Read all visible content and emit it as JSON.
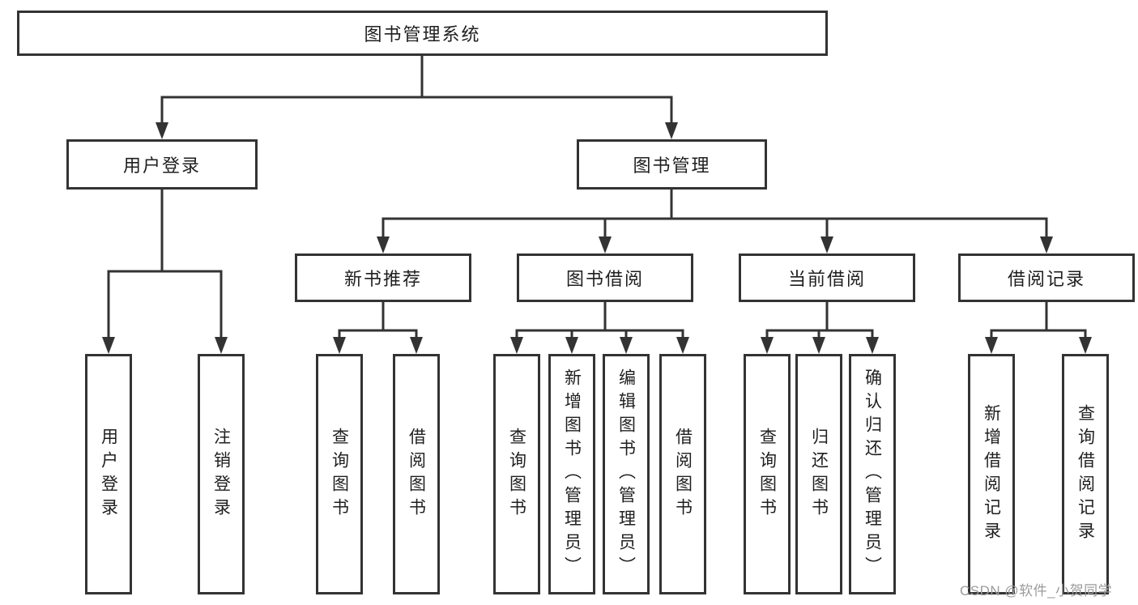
{
  "diagram": {
    "type": "tree",
    "colors": {
      "line": "#333333",
      "box_border": "#333333",
      "background": "#ffffff",
      "text": "#1f1f1f",
      "watermark_text": "#9b9b9b"
    },
    "tree": {
      "label": "图书管理系统",
      "children": [
        {
          "label": "用户登录",
          "children": [
            {
              "label": "用户登录"
            },
            {
              "label": "注销登录"
            }
          ]
        },
        {
          "label": "图书管理",
          "children": [
            {
              "label": "新书推荐",
              "children": [
                {
                  "label": "查询图书"
                },
                {
                  "label": "借阅图书"
                }
              ]
            },
            {
              "label": "图书借阅",
              "children": [
                {
                  "label": "查询图书"
                },
                {
                  "label": "新增图书（管理员）"
                },
                {
                  "label": "编辑图书（管理员）"
                },
                {
                  "label": "借阅图书"
                }
              ]
            },
            {
              "label": "当前借阅",
              "children": [
                {
                  "label": "查询图书"
                },
                {
                  "label": "归还图书"
                },
                {
                  "label": "确认归还（管理员）"
                }
              ]
            },
            {
              "label": "借阅记录",
              "children": [
                {
                  "label": "新增借阅记录"
                },
                {
                  "label": "查询借阅记录"
                }
              ]
            }
          ]
        }
      ]
    },
    "watermark": {
      "text": "CSDN @软件_小贺同学"
    }
  }
}
